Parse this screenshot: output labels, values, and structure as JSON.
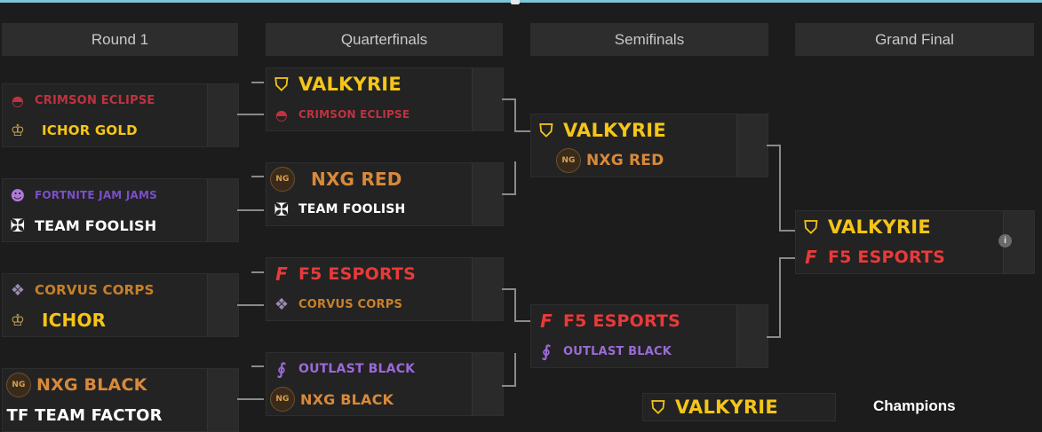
{
  "rounds": [
    "Round 1",
    "Quarterfinals",
    "Semifinals",
    "Grand Final"
  ],
  "colors": {
    "valkyrie": "#f5c518",
    "crimson": "#c0323f",
    "ichor": "#f5c518",
    "jam": "#7b4fc9",
    "white": "#ffffff",
    "corvus": "#c8802a",
    "nxg": "#d9893a",
    "f5": "#e83a3a",
    "outlast": "#9b6ad8"
  },
  "round1": [
    {
      "top": {
        "name": "CRIMSON ECLIPSE",
        "icon": "crimson-icon"
      },
      "bottom": {
        "name": "ICHOR GOLD",
        "icon": "ichor-icon"
      }
    },
    {
      "top": {
        "name": "FORTNITE JAM JAMS",
        "icon": "jam-icon"
      },
      "bottom": {
        "name": "TEAM FOOLISH",
        "icon": "foolish-icon"
      }
    },
    {
      "top": {
        "name": "CORVUS CORPS",
        "icon": "corvus-icon"
      },
      "bottom": {
        "name": "ICHOR",
        "icon": "ichor-icon"
      }
    },
    {
      "top": {
        "name": "NXG BLACK",
        "icon": "nxg-icon"
      },
      "bottom": {
        "name": "TEAM FACTOR",
        "icon": "factor-icon"
      }
    }
  ],
  "quarterfinals": [
    {
      "top": {
        "name": "VALKYRIE",
        "icon": "valkyrie-icon"
      },
      "bottom": {
        "name": "CRIMSON ECLIPSE",
        "icon": "crimson-icon"
      }
    },
    {
      "top": {
        "name": "NXG RED",
        "icon": "nxg-icon"
      },
      "bottom": {
        "name": "TEAM FOOLISH",
        "icon": "foolish-icon"
      }
    },
    {
      "top": {
        "name": "F5 ESPORTS",
        "icon": "f5-icon"
      },
      "bottom": {
        "name": "CORVUS CORPS",
        "icon": "corvus-icon"
      }
    },
    {
      "top": {
        "name": "OUTLAST BLACK",
        "icon": "outlast-icon"
      },
      "bottom": {
        "name": "NXG BLACK",
        "icon": "nxg-icon"
      }
    }
  ],
  "semifinals": [
    {
      "top": {
        "name": "VALKYRIE",
        "icon": "valkyrie-icon"
      },
      "bottom": {
        "name": "NXG RED",
        "icon": "nxg-icon"
      }
    },
    {
      "top": {
        "name": "F5 ESPORTS",
        "icon": "f5-icon"
      },
      "bottom": {
        "name": "OUTLAST BLACK",
        "icon": "outlast-icon"
      }
    }
  ],
  "grand_final": {
    "top": {
      "name": "VALKYRIE",
      "icon": "valkyrie-icon"
    },
    "bottom": {
      "name": "F5 ESPORTS",
      "icon": "f5-icon"
    }
  },
  "champion": {
    "name": "VALKYRIE",
    "icon": "valkyrie-icon",
    "label": "Champions"
  },
  "info_badge": "i"
}
